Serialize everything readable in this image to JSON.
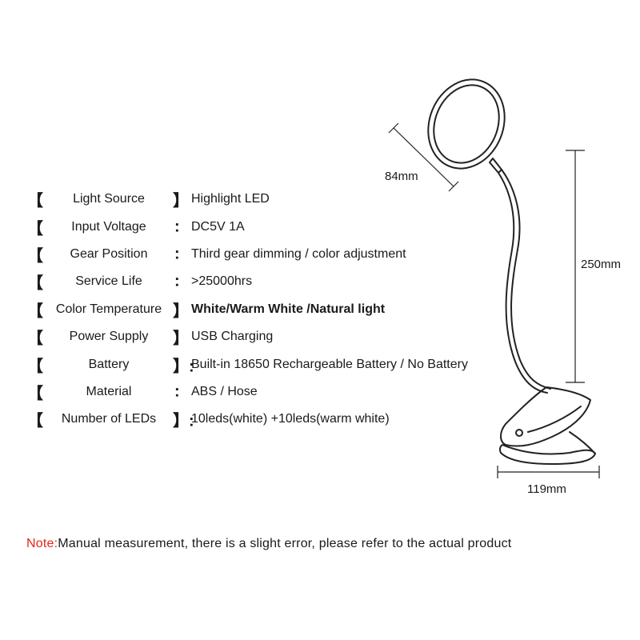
{
  "specs": [
    {
      "label": "Light Source",
      "sep": "】",
      "value": "Highlight LED"
    },
    {
      "label": "Input Voltage",
      "sep": ":",
      "value": "DC5V 1A"
    },
    {
      "label": "Gear Position",
      "sep": ":",
      "value": "Third gear dimming / color adjustment"
    },
    {
      "label": "Service Life",
      "sep": ":",
      "value": ">25000hrs"
    },
    {
      "label": "Color Temperature",
      "sep": "】",
      "value": "White/Warm White /Natural light"
    },
    {
      "label": "Power Supply",
      "sep": "】",
      "value": "USB Charging"
    },
    {
      "label": "Battery",
      "sep": "】:",
      "value": "Built-in 18650 Rechargeable Battery / No Battery"
    },
    {
      "label": "Material",
      "sep": ":",
      "value": "ABS / Hose"
    },
    {
      "label": "Number of LEDs",
      "sep": "】:",
      "value": "10leds(white) +10leds(warm white)"
    }
  ],
  "bracket_open": "【",
  "dimensions": {
    "head_diameter": "84mm",
    "height": "250mm",
    "base_width": "119mm"
  },
  "note": {
    "label": "Note:",
    "text": "Manual measurement, there is a slight error, please refer to the actual product"
  },
  "colors": {
    "note_label": "#e0251b",
    "text": "#1a1a1a",
    "lamp_line": "#222222"
  }
}
